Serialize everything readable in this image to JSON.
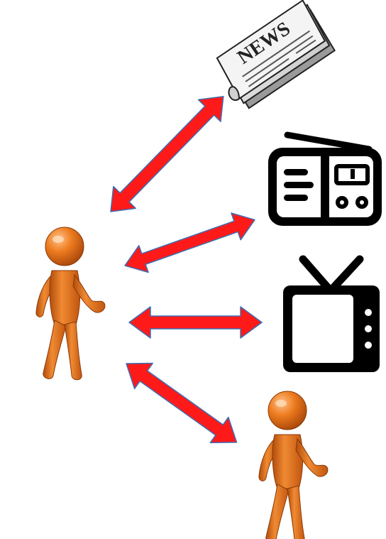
{
  "colors": {
    "arrow_fill": "#ff1a1a",
    "arrow_stroke": "#3b6fb4",
    "person_body": "#e8741b",
    "person_dark": "#a8460a",
    "person_light": "#f7a35c",
    "icon_black": "#000000",
    "newspaper_gray": "#dcdcdc"
  },
  "newspaper": {
    "headline": "NEWS",
    "icon": "newspaper-icon"
  },
  "icons": {
    "radio": "radio-icon",
    "television": "television-icon",
    "person_sender": "person-icon",
    "person_receiver": "person-icon"
  },
  "arrows": [
    {
      "from": "person",
      "to": "newspaper",
      "direction": "bidirectional"
    },
    {
      "from": "person",
      "to": "radio",
      "direction": "bidirectional"
    },
    {
      "from": "person",
      "to": "television",
      "direction": "bidirectional"
    },
    {
      "from": "person",
      "to": "person",
      "direction": "bidirectional"
    }
  ]
}
